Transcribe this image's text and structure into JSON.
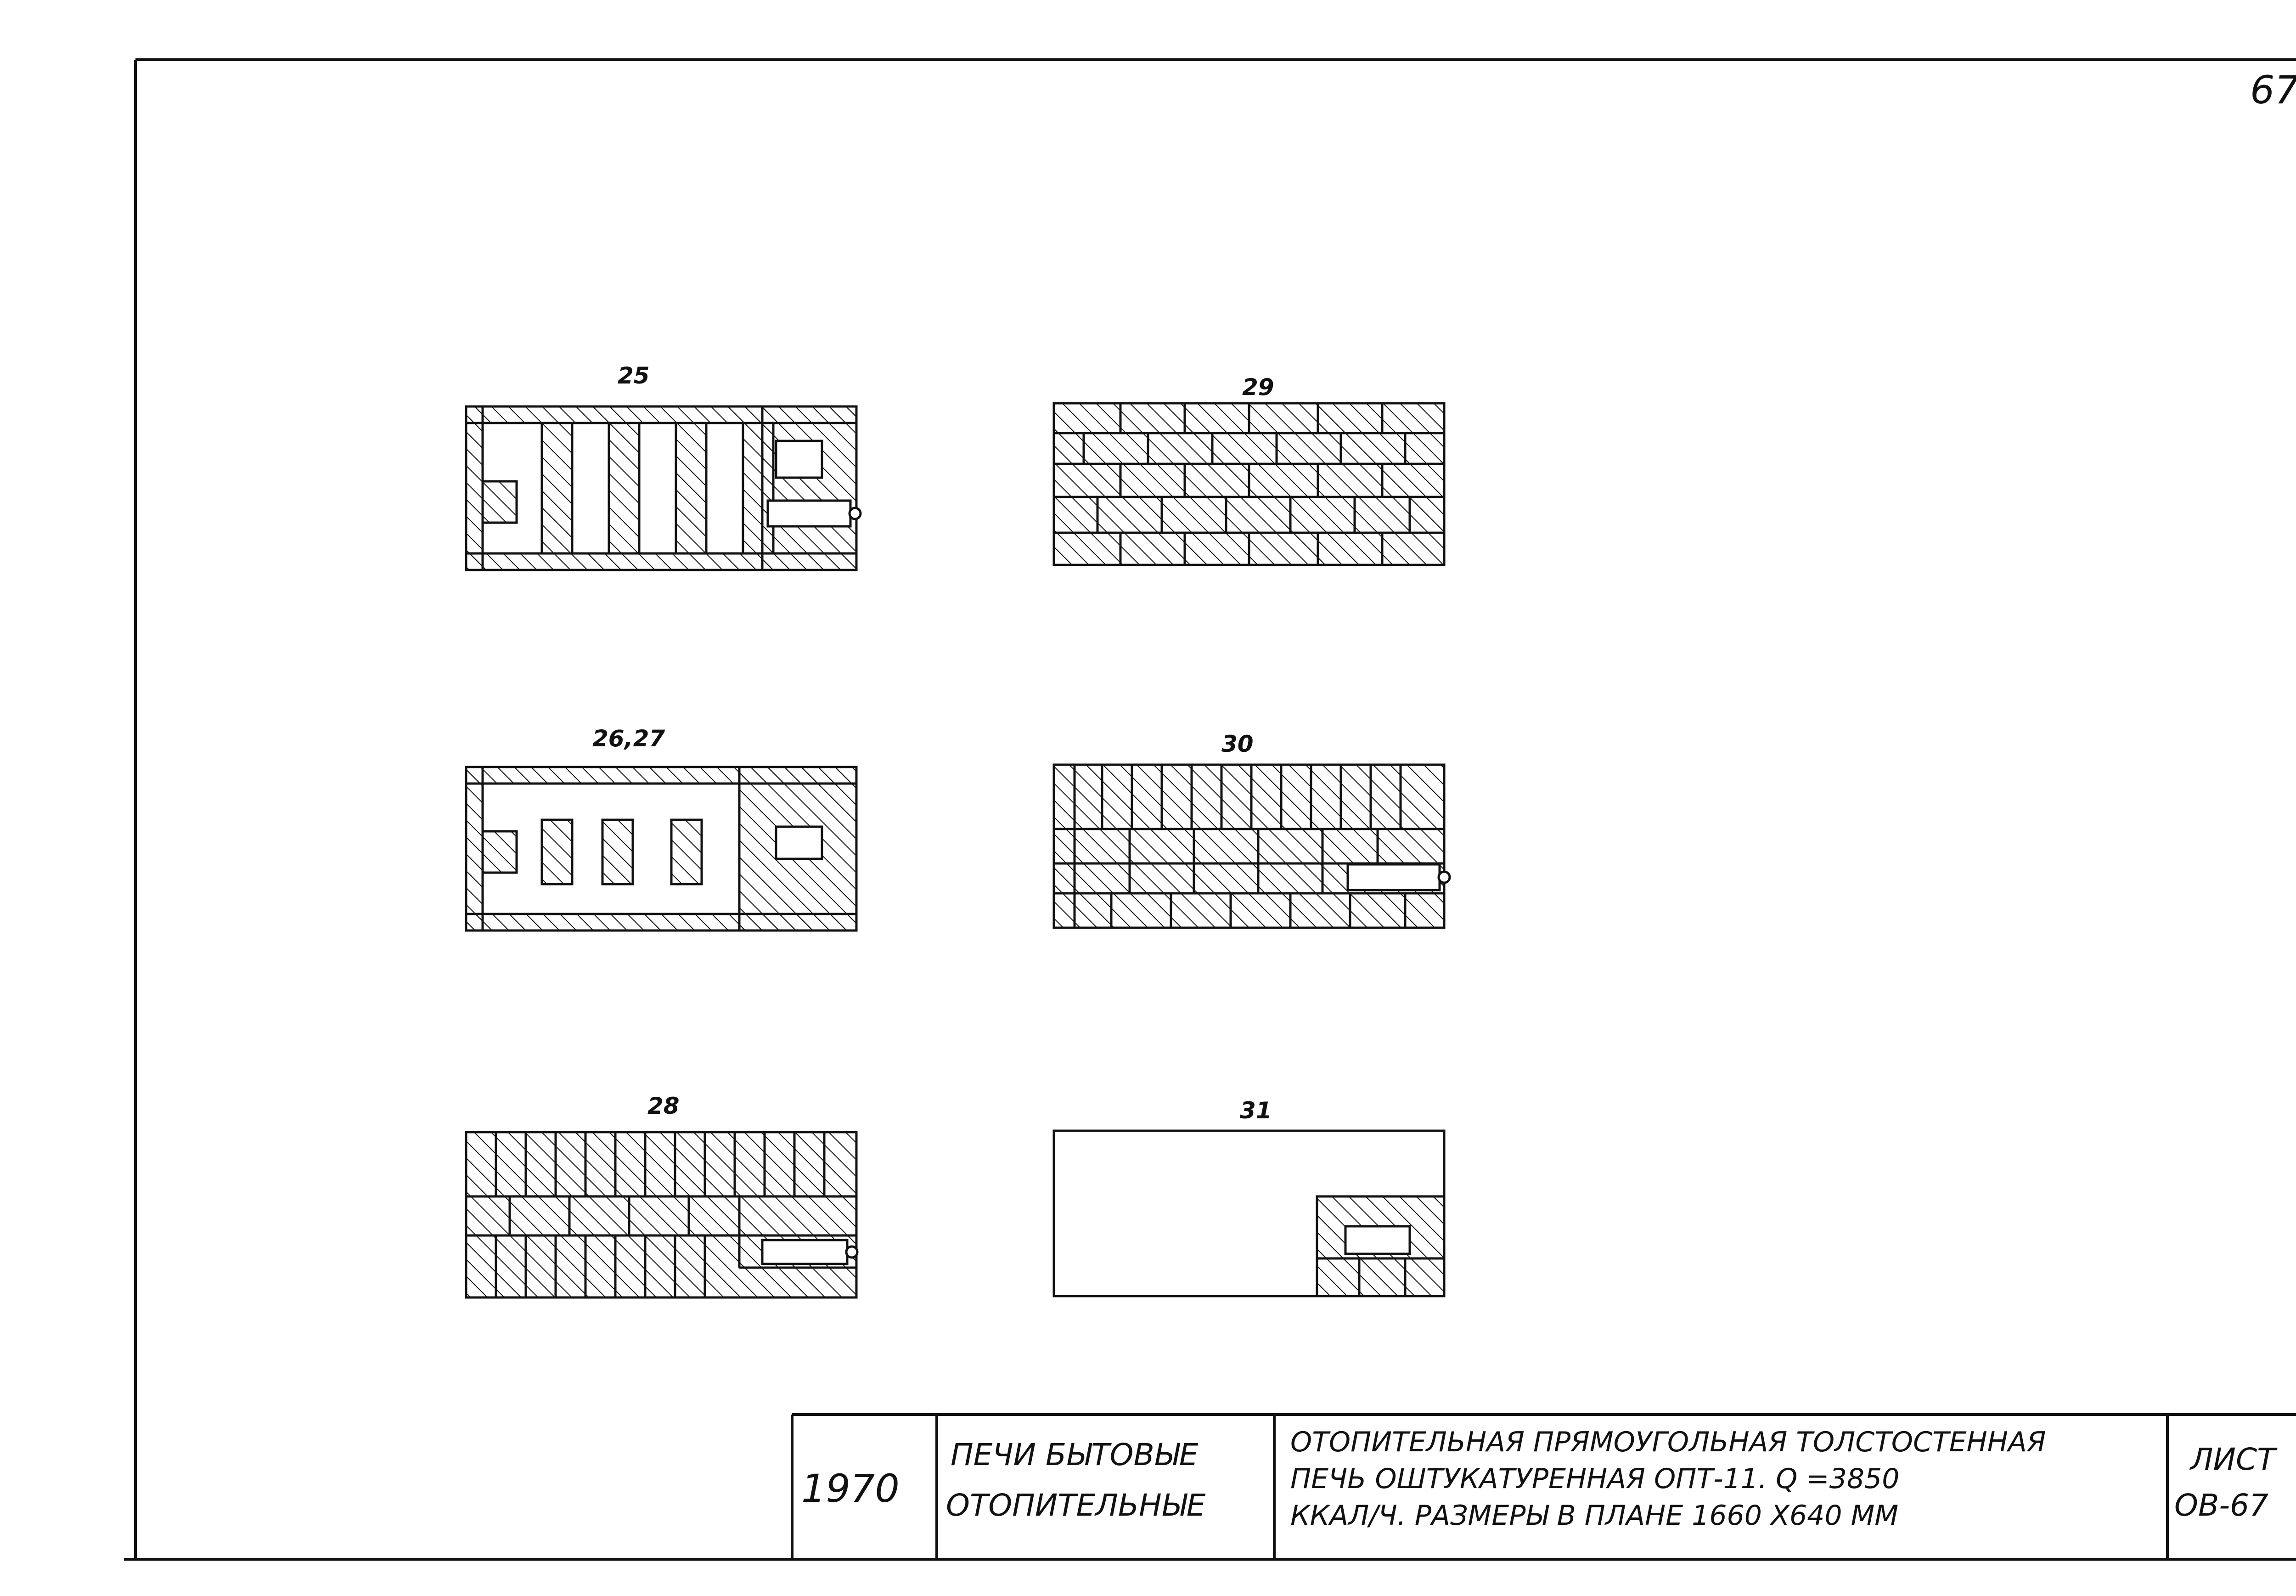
{
  "page_number": "67",
  "course_labels": {
    "c25": "25",
    "c26_27": "26,27",
    "c28": "28",
    "c29": "29",
    "c30": "30",
    "c31": "31"
  },
  "title_block": {
    "year": "1970",
    "category_line1": "ПЕЧИ БЫТОВЫЕ",
    "category_line2": "ОТОПИТЕЛЬНЫЕ",
    "description_line1": "ОТОПИТЕЛЬНАЯ ПРЯМОУГОЛЬНАЯ ТОЛСТОСТЕННАЯ",
    "description_line2": "ПЕЧЬ ОШТУКАТУРЕННАЯ ОПТ-11. Q =3850",
    "description_line3": "ККАЛ/Ч. РАЗМЕРЫ В ПЛАНЕ 1660 Х640 ММ",
    "sheet_label": "ЛИСТ",
    "sheet_code": "ОВ-67"
  },
  "colors": {
    "ink": "#111111",
    "paper": "#ffffff"
  }
}
